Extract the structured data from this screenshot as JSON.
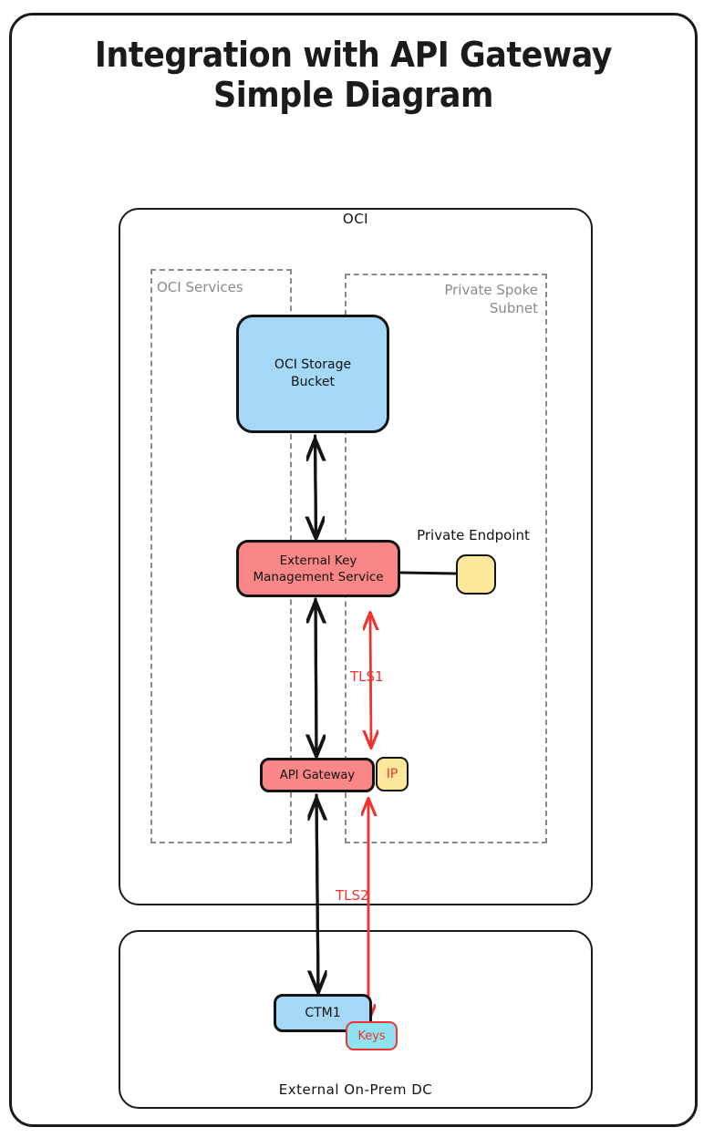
{
  "title": {
    "line1": "Integration with API Gateway",
    "line2": "Simple Diagram"
  },
  "colors": {
    "blue_fill": "#a5d8f7",
    "red_fill": "#f98787",
    "yellow_fill": "#fbe89a",
    "cyan_fill": "#8fe2ef",
    "stroke": "#141414",
    "dashed_stroke": "#8a8a8a",
    "accent_red": "#ef3333",
    "background": "#ffffff"
  },
  "containers": {
    "oci": {
      "label": "OCI"
    },
    "oci_services": {
      "label": "OCI Services"
    },
    "private_spoke_subnet": {
      "label_line1": "Private Spoke",
      "label_line2": "Subnet"
    },
    "on_prem": {
      "label": "External On-Prem DC"
    }
  },
  "nodes": {
    "storage_bucket": {
      "line1": "OCI Storage",
      "line2": "Bucket"
    },
    "kms": {
      "line1": "External Key",
      "line2": "Management Service"
    },
    "private_endpoint": {
      "label": "Private Endpoint"
    },
    "api_gateway": {
      "label": "API Gateway"
    },
    "ip_badge": {
      "label": "IP"
    },
    "ctm1": {
      "label": "CTM1"
    },
    "keys": {
      "label": "Keys"
    }
  },
  "edges": {
    "tls1": {
      "label": "TLS1"
    },
    "tls2": {
      "label": "TLS2"
    }
  }
}
